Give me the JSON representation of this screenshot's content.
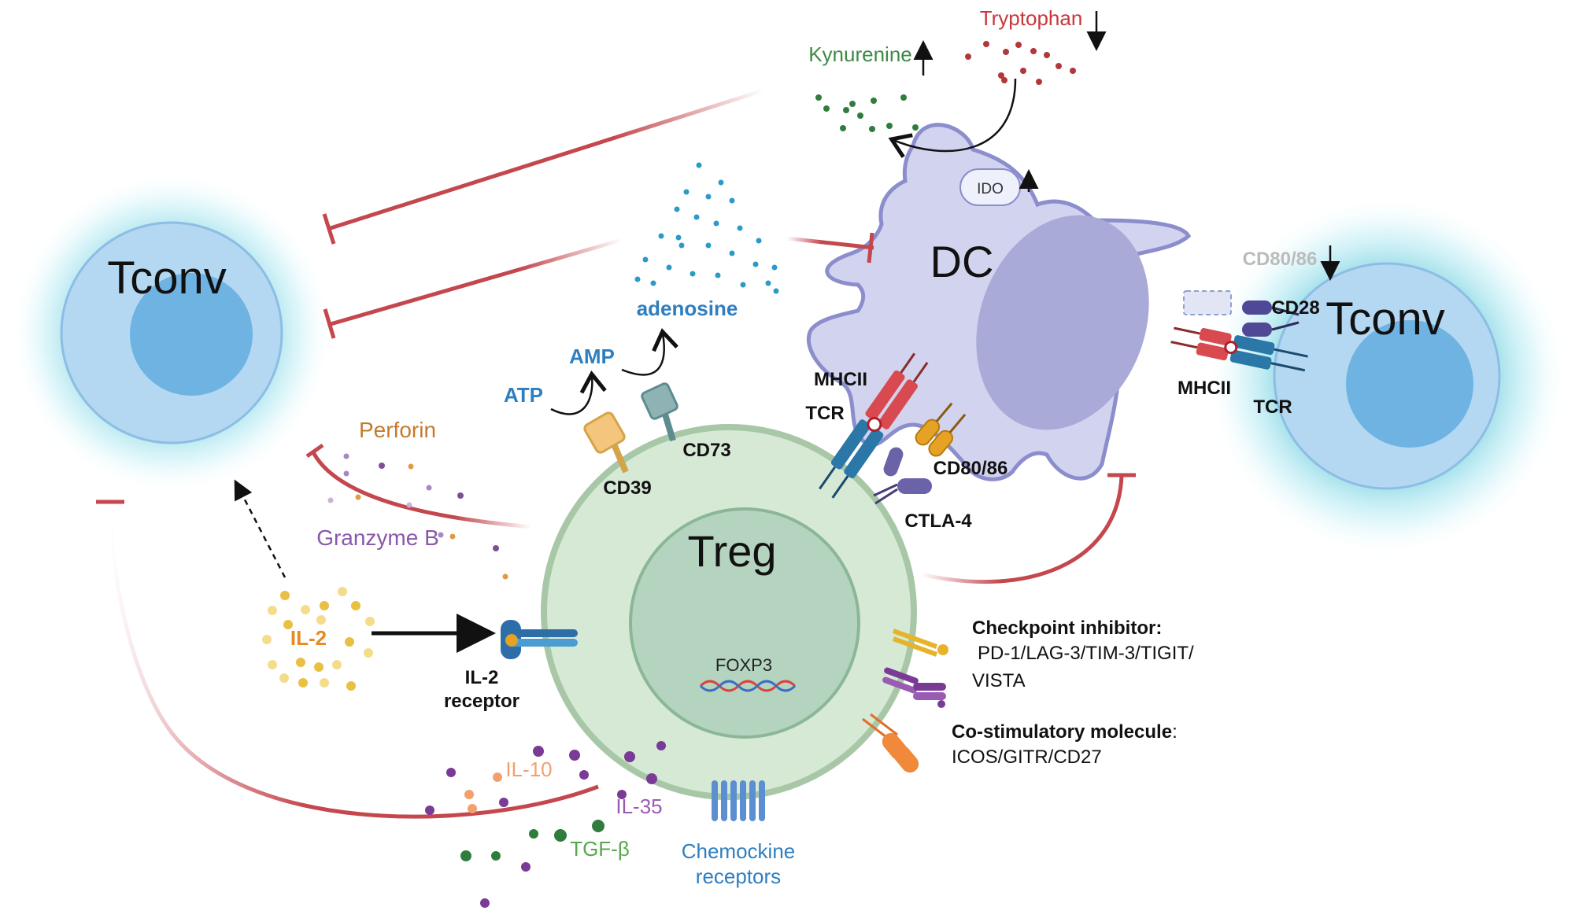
{
  "cells": {
    "tconv_left": "Tconv",
    "tconv_right": "Tconv",
    "dc": "DC",
    "treg": "Treg",
    "foxp3": "FOXP3"
  },
  "metabolites": {
    "tryptophan": "Tryptophan",
    "kynurenine": "Kynurenine",
    "ido": "IDO",
    "adenosine": "adenosine",
    "amp": "AMP",
    "atp": "ATP"
  },
  "molecules": {
    "cd39": "CD39",
    "cd73": "CD73",
    "mhcii_left": "MHCII",
    "tcr_left": "TCR",
    "cd80_86_mid": "CD80/86",
    "ctla4": "CTLA-4",
    "cd80_86_top": "CD80/86",
    "cd28": "CD28",
    "mhcii_right": "MHCII",
    "tcr_right": "TCR",
    "il2": "IL-2",
    "il2_receptor_line1": "IL-2",
    "il2_receptor_line2": "receptor",
    "perforin": "Perforin",
    "granzyme": "Granzyme B",
    "il10": "IL-10",
    "il35": "IL-35",
    "tgfb": "TGF-β",
    "chemokine_line1": "Chemockine",
    "chemokine_line2": "receptors"
  },
  "legend": {
    "checkpoint_title": "Checkpoint inhibitor:",
    "checkpoint_line1": "PD-1/LAG-3/TIM-3/TIGIT/",
    "checkpoint_line2": "VISTA",
    "costim_title": "Co-stimulatory molecule",
    "costim_colon": ":",
    "costim_line1": "ICOS/GITR/CD27"
  },
  "colors": {
    "inhibit_red": "#c4474d",
    "dc_fill": "#d2d3ee",
    "dc_stroke": "#8c8dcc",
    "treg_fill": "#cfe3cf",
    "tconv_fill": "#b3d7f0",
    "ido_up_arrow": "#000000"
  }
}
